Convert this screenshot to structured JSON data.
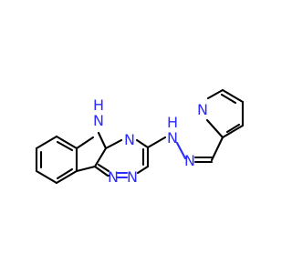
{
  "molecule": {
    "atom_labels": {
      "n_indole": "N",
      "h_indole": "H",
      "n_triazine_top": "N",
      "n_triazine_bottom_left": "N",
      "n_triazine_bottom_right": "N",
      "nh_hydrazone": "N",
      "h_hydrazone": "H",
      "n_hydrazone": "N",
      "n_pyridine": "N"
    },
    "colors": {
      "bond": "#000000",
      "heteroatom": "#2b2bff"
    }
  }
}
